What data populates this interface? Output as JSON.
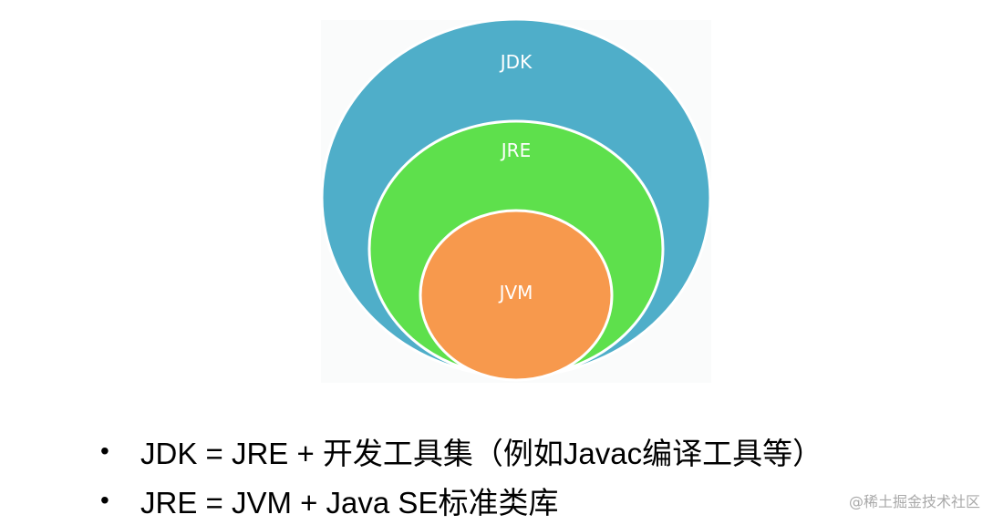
{
  "diagram": {
    "jdk_label": "JDK",
    "jre_label": "JRE",
    "jvm_label": "JVM",
    "colors": {
      "jdk": "#4faec9",
      "jre": "#5ee04c",
      "jvm": "#f7994d",
      "stroke": "#ffffff"
    }
  },
  "bullets": [
    {
      "text": "JDK = JRE + 开发工具集（例如Javac编译工具等）"
    },
    {
      "text": "JRE = JVM + Java SE标准类库"
    }
  ],
  "bullet_symbol": "•",
  "watermark": "@稀土掘金技术社区"
}
